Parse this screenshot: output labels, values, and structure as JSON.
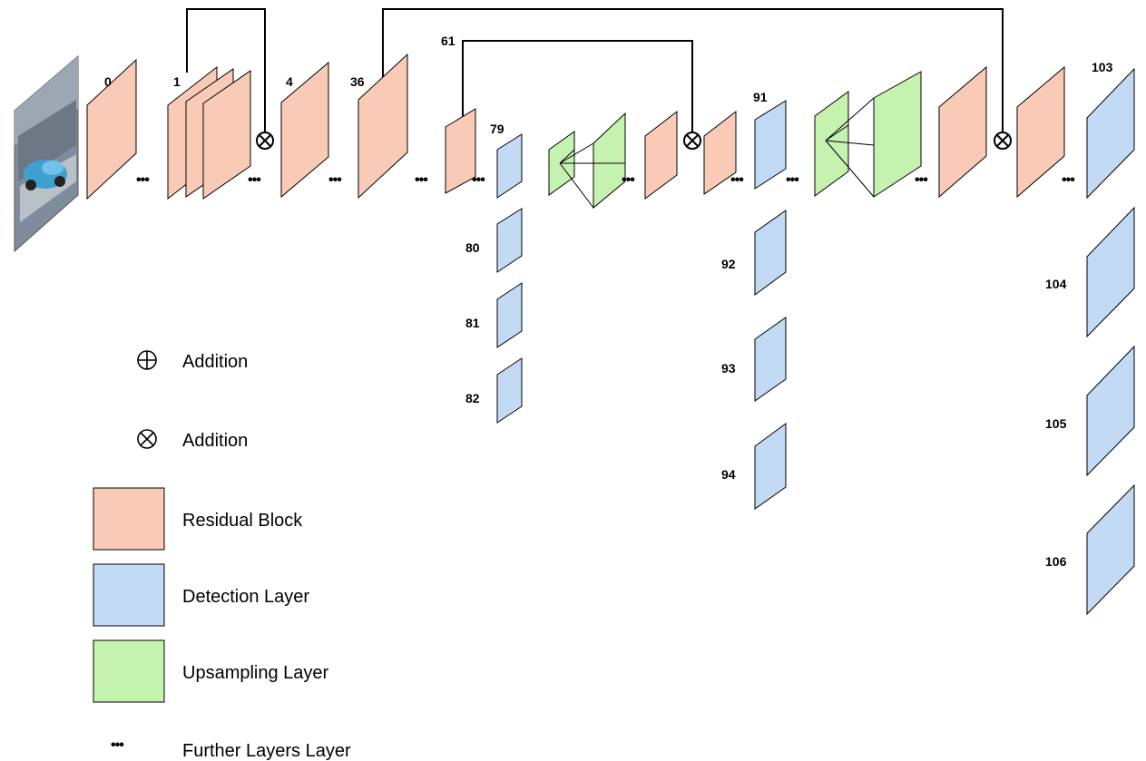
{
  "layers": {
    "l0": "0",
    "l1": "1",
    "l4": "4",
    "l36": "36",
    "l61": "61",
    "l79": "79",
    "l80": "80",
    "l81": "81",
    "l82": "82",
    "l91": "91",
    "l92": "92",
    "l93": "93",
    "l94": "94",
    "l103": "103",
    "l104": "104",
    "l105": "105",
    "l106": "106"
  },
  "dots": "•••",
  "legend": {
    "addition_plus": "Addition",
    "addition_times": "Addition",
    "residual_block": "Residual Block",
    "detection_layer": "Detection Layer",
    "upsampling_layer": "Upsampling Layer",
    "further_layers": "Further Layers Layer"
  },
  "colors": {
    "residual_block": "#f9cbb6",
    "detection_layer": "#c2daf4",
    "upsampling_layer": "#c6f2b0"
  }
}
